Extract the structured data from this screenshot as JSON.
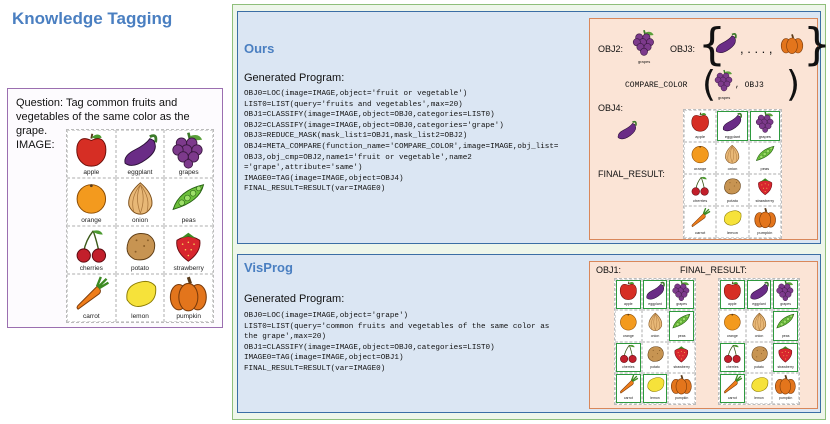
{
  "title": "Knowledge Tagging",
  "question": {
    "text": "Question: Tag common fruits and vegetables of the same color as the grape.",
    "image_label": "IMAGE:"
  },
  "grid_items": [
    {
      "name": "apple",
      "label": "apple",
      "icon": "apple-icon"
    },
    {
      "name": "eggplant",
      "label": "eggplant",
      "icon": "eggplant-icon"
    },
    {
      "name": "grapes",
      "label": "grapes",
      "icon": "grapes-icon"
    },
    {
      "name": "orange",
      "label": "orange",
      "icon": "orange-icon"
    },
    {
      "name": "onion",
      "label": "onion",
      "icon": "onion-icon"
    },
    {
      "name": "peas",
      "label": "peas",
      "icon": "peas-icon"
    },
    {
      "name": "cherries",
      "label": "cherries",
      "icon": "cherries-icon"
    },
    {
      "name": "potato",
      "label": "potato",
      "icon": "potato-icon"
    },
    {
      "name": "strawberry",
      "label": "strawberry",
      "icon": "strawberry-icon"
    },
    {
      "name": "carrot",
      "label": "carrot",
      "icon": "carrot-icon"
    },
    {
      "name": "lemon",
      "label": "lemon",
      "icon": "lemon-icon"
    },
    {
      "name": "pumpkin",
      "label": "pumpkin",
      "icon": "pumpkin-icon"
    }
  ],
  "ours": {
    "title": "Ours",
    "generated_label": "Generated Program:",
    "code": [
      "OBJ0=LOC(image=IMAGE,object='fruit or vegetable')",
      "LIST0=LIST(query='fruits and vegetables',max=20)",
      "OBJ1=CLASSIFY(image=IMAGE,object=OBJ0,categories=LIST0)",
      "OBJ2=CLASSIFY(image=IMAGE,object=OBJ0,categories='grape')",
      "OBJ3=REDUCE_MASK(mask_list1=OBJ1,mask_list2=OBJ2)",
      "OBJ4=META_COMPARE(function_name='COMPARE_COLOR',image=IMAGE,obj_list=",
      "OBJ3,obj_cmp=OBJ2,name1='fruit or vegetable',name2",
      "='grape',attribute='same')",
      "IMAGE0=TAG(image=IMAGE,object=OBJ4)",
      "FINAL_RESULT=RESULT(var=IMAGE0)"
    ],
    "viz": {
      "obj2_label": "OBJ2:",
      "obj2_caption": "grapes",
      "obj3_label": "OBJ3:",
      "dots": ", . . . ,",
      "compare_label": "COMPARE_COLOR",
      "compare_caption": "grapes",
      "obj3_ref": ", OBJ3",
      "obj4_label": "OBJ4:",
      "final_label": "FINAL_RESULT:",
      "tagged": [
        "eggplant",
        "grapes"
      ]
    }
  },
  "visprog": {
    "title": "VisProg",
    "generated_label": "Generated Program:",
    "code": [
      "OBJ0=LOC(image=IMAGE,object='grape')",
      "LIST0=LIST(query='common fruits and vegetables of the same color as",
      "the grape',max=20)",
      "OBJ1=CLASSIFY(image=IMAGE,object=OBJ0,categories=LIST0)",
      "IMAGE0=TAG(image=IMAGE,object=OBJ1)",
      "FINAL_RESULT=RESULT(var=IMAGE0)"
    ],
    "viz": {
      "obj1_label": "OBJ1:",
      "final_label": "FINAL_RESULT:",
      "obj1_tagged": [
        "apple",
        "eggplant",
        "grapes",
        "peas",
        "cherries",
        "carrot",
        "lemon"
      ],
      "final_tagged": [
        "apple",
        "eggplant",
        "grapes",
        "peas",
        "cherries",
        "strawberry",
        "carrot"
      ]
    }
  },
  "colors": {
    "title_blue": "#4a7fc1",
    "question_border": "#9b6fb0",
    "outer_green": "#8fbf7b",
    "panel_blue_bg": "#dbe6f3",
    "orange_box_bg": "#fbe4d6",
    "tag_green": "#2e9a3e"
  }
}
